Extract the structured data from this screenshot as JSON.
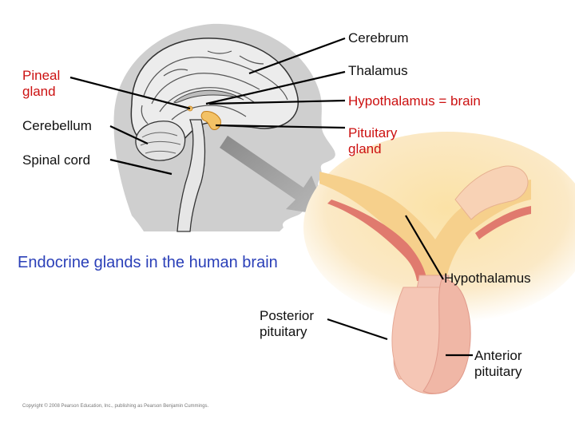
{
  "labels": {
    "cerebrum": "Cerebrum",
    "thalamus": "Thalamus",
    "pineal_gland": "Pineal\ngland",
    "hypothalamus_brain": "Hypothalamus = brain",
    "cerebellum": "Cerebellum",
    "pituitary_gland": "Pituitary\ngland",
    "spinal_cord": "Spinal cord",
    "hypothalamus": "Hypothalamus",
    "posterior_pituitary": "Posterior\npituitary",
    "anterior_pituitary": "Anterior\npituitary"
  },
  "caption": "Endocrine glands in the human brain",
  "copyright": "Copyright © 2008 Pearson Education, Inc., publishing as Pearson Benjamin Cummings.",
  "colors": {
    "red_label": "#cc1111",
    "caption_blue": "#2a3fb8",
    "head_gray": "#cfcfcf",
    "tissue_pink": "#f2c3b4",
    "tissue_yellow": "#f8dc9c",
    "vessel_red": "#d9534f"
  }
}
